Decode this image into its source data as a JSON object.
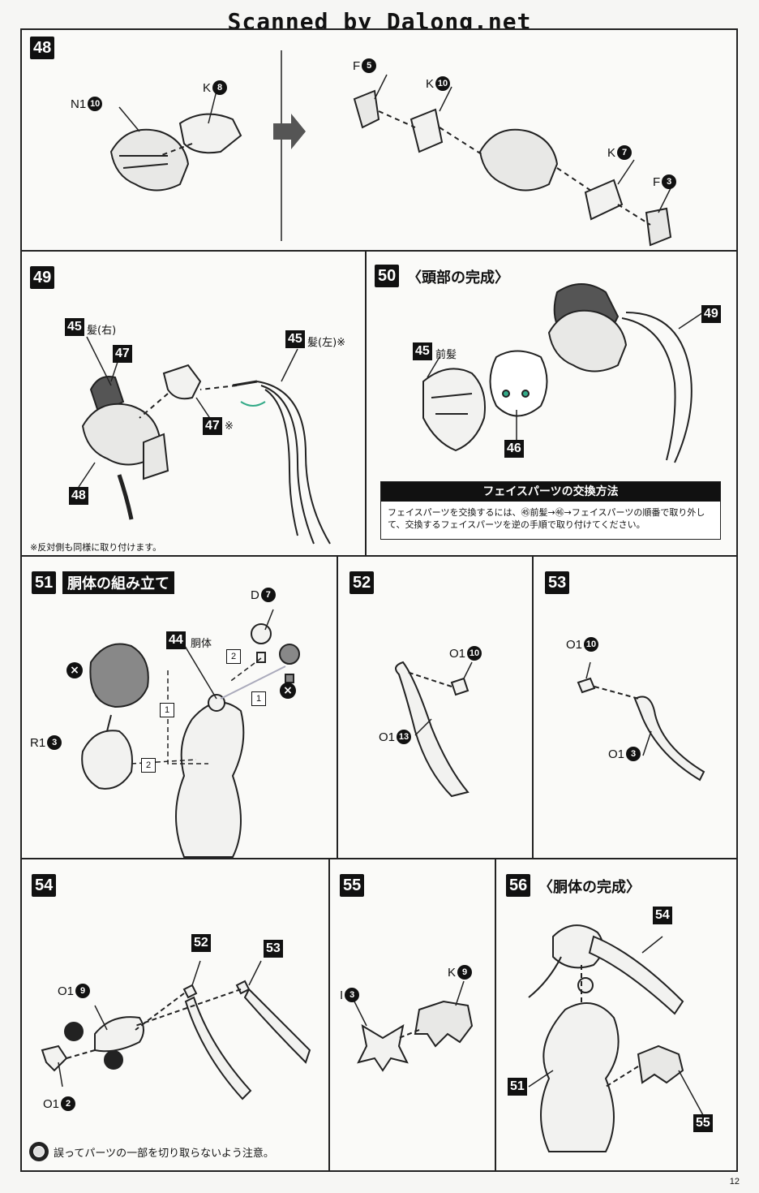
{
  "watermark": "Scanned by Dalong.net",
  "page_number": "12",
  "steps": {
    "s48": {
      "num": "48",
      "labels": {
        "n1": "N1",
        "n1_c": "10",
        "k8": "K",
        "k8_c": "8",
        "f5": "F",
        "f5_c": "5",
        "k10": "K",
        "k10_c": "10",
        "k7": "K",
        "k7_c": "7",
        "f3": "F",
        "f3_c": "3"
      }
    },
    "s49": {
      "num": "49",
      "ref45r": "45",
      "ref45r_text": "髪(右)",
      "ref47a": "47",
      "ref45l": "45",
      "ref45l_text": "髪(左)※",
      "ref47b": "47",
      "ref47b_mark": "※",
      "ref48": "48",
      "note": "※反対側も同様に取り付けます。"
    },
    "s50": {
      "num": "50",
      "title": "〈頭部の完成〉",
      "ref45": "45",
      "ref45_text": "前髪",
      "ref46": "46",
      "ref49": "49",
      "face_box": {
        "title": "フェイスパーツの交換方法",
        "body": "フェイスパーツを交換するには、㊺前髪→㊻→フェイスパーツの順番で取り外して、交換するフェイスパーツを逆の手順で取り付けてください。"
      }
    },
    "s51": {
      "num": "51",
      "title": "胴体の組み立て",
      "d7": "D",
      "d7_c": "7",
      "ref44": "44",
      "ref44_text": "胴体",
      "r13": "R1",
      "r13_c": "3",
      "box1": "1",
      "box2": "2",
      "x": "×"
    },
    "s52": {
      "num": "52",
      "o110": "O1",
      "o110_c": "10",
      "o113": "O1",
      "o113_c": "13"
    },
    "s53": {
      "num": "53",
      "o110": "O1",
      "o110_c": "10",
      "o13": "O1",
      "o13_c": "3"
    },
    "s54": {
      "num": "54",
      "o19": "O1",
      "o19_c": "9",
      "o12": "O1",
      "o12_c": "2",
      "ref52": "52",
      "ref53": "53"
    },
    "s55": {
      "num": "55",
      "i3": "I",
      "i3_c": "3",
      "k9": "K",
      "k9_c": "9"
    },
    "s56": {
      "num": "56",
      "title": "〈胴体の完成〉",
      "ref54": "54",
      "ref51": "51",
      "ref55": "55"
    }
  },
  "warning": "誤ってパーツの一部を切り取らないよう注意。"
}
